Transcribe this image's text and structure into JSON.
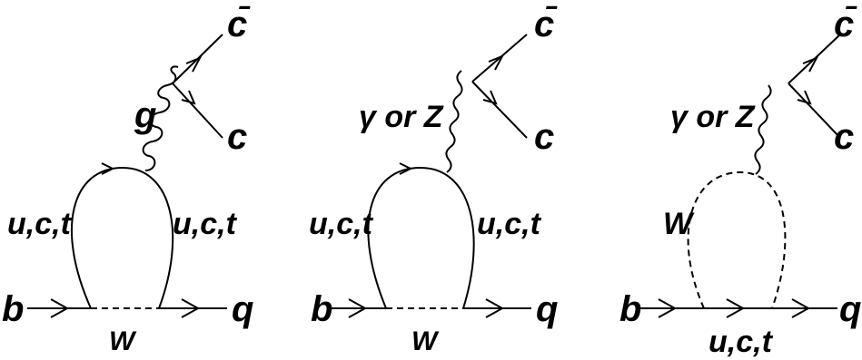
{
  "diagrams": [
    {
      "quark_in": "b",
      "quark_out": "q",
      "loop_left": "u,c,t",
      "loop_right": "u,c,t",
      "w_label": "W",
      "boson": "g",
      "anti_charm": "c̄",
      "charm": "c"
    },
    {
      "quark_in": "b",
      "quark_out": "q",
      "loop_left": "u,c,t",
      "loop_right": "u,c,t",
      "w_label": "W",
      "boson": "γ or Z",
      "anti_charm": "c̄",
      "charm": "c"
    },
    {
      "quark_in": "b",
      "quark_out": "q",
      "loop_left": "W",
      "bottom_label": "u,c,t",
      "boson": "γ or Z",
      "anti_charm": "c̄",
      "charm": "c"
    }
  ],
  "colors": {
    "ink": "#000000",
    "background": "#ffffff"
  }
}
